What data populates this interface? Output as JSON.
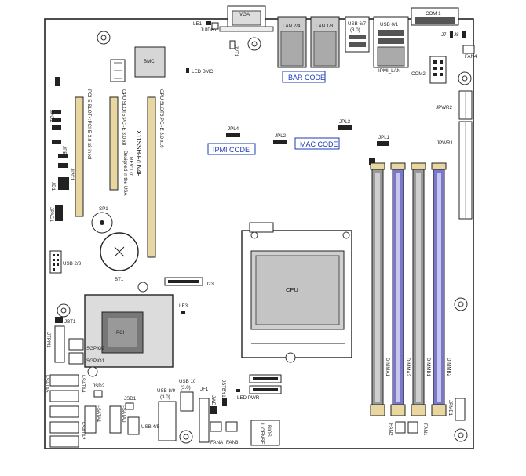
{
  "board": {
    "model": "X11SSH-F/LN4F",
    "rev": "REV:1.01",
    "note": "Designed in the USA"
  },
  "codes": {
    "bar": "BAR CODE",
    "ipmi": "IPMI CODE",
    "mac": "MAC CODE"
  },
  "rear_io": {
    "vga": "VGA",
    "com1": "COM 1",
    "lan24": "LAN 2/4",
    "lan13": "LAN 1/3",
    "usb67": "USB 6/7",
    "usb67_sub": "(3.0)",
    "usb01": "USB 0/1",
    "ipmi_lan": "IPMI_LAN"
  },
  "labels": {
    "le1": "LE1",
    "jwd": "JUIDB1",
    "jvlt": "JVT1",
    "led_bmc": "LED BMC",
    "bmc": "BMC",
    "j7": "J7",
    "j8": "J8",
    "com2": "COM2",
    "jpwr2": "JPWR2",
    "jpwr1": "JPWR1",
    "jpl4": "JPL4",
    "jpl2": "JPL2",
    "jpl3": "JPL3",
    "jpl1": "JPL1",
    "slot1": "PCI-E SLOT4:PCI-E 3.0 x8 in x8",
    "slot2": "CPU SLOT5:PCI-E 3.0 x8",
    "slot3": "CPU SLOT6:PCI-E 3.0 x16",
    "sp1": "SP1",
    "bt1": "BT1",
    "usb23": "USB 2/3",
    "j23": "J23",
    "le3": "LE3",
    "pch": "PCH",
    "cpu": "CPU",
    "sgpio2": "SGPIO2",
    "sgpio1": "SGPIO1",
    "jbt1": "JBT1",
    "jtpm1": "JTPM1",
    "jsd2": "JSD2",
    "jsd1": "JSD1",
    "usb45": "USB 4/5",
    "usb89": "USB 8/9",
    "usb89_sub": "(3.0)",
    "usb10": "USB 10",
    "usb10_sub": "(3.0)",
    "jf1": "JF1",
    "jstby": "JSTBY1",
    "jwd1": "JWD1",
    "led_pwr": "LED PWR",
    "fana": "FANA",
    "fan3": "FAN3",
    "fan2": "FAN2",
    "fan1": "FAN1",
    "fan4": "FAN4",
    "bios": "BIOS",
    "bios_lic": "LICENSE",
    "jpme1": "JPME1",
    "dimm_a1": "DIMMA1",
    "dimm_a2": "DIMMA2",
    "dimm_b1": "DIMMB1",
    "dimm_b2": "DIMMB2",
    "sata": [
      "I-SATA5",
      "I-SATA4",
      "I-SATA3",
      "I-SATA2",
      "I-SATA1",
      "I-SATA0"
    ],
    "left_jumpers": [
      "JPG1",
      "JBR1",
      "JPB1",
      "JPME2",
      "JI2C1",
      "JI2C2",
      "JD1",
      "JPAC1"
    ]
  },
  "colors": {
    "outline": "#222222",
    "code_blue": "#1a3bb5",
    "dimm_purple": "#7a78c8",
    "dimm_gray": "#9a9a9a",
    "slot_tan": "#e8d7a0"
  }
}
